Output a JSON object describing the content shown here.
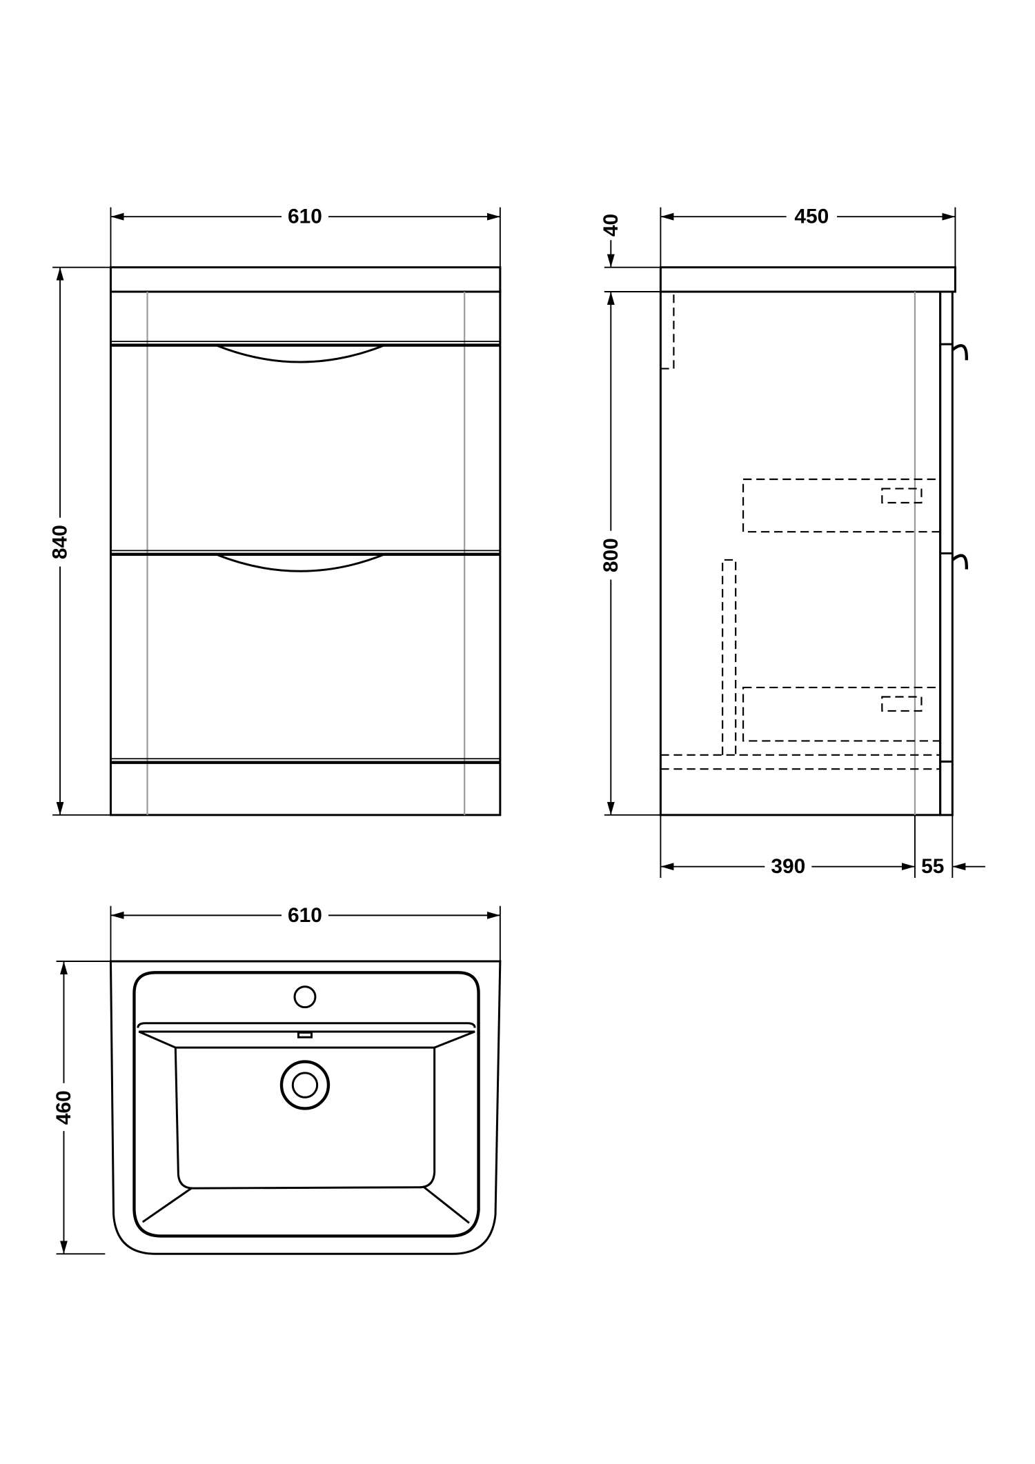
{
  "dimensions": {
    "front_width": "610",
    "front_height": "840",
    "side_depth": "450",
    "worktop_thickness": "40",
    "side_height": "800",
    "carcass_depth": "390",
    "drawer_front_depth": "55",
    "basin_width": "610",
    "basin_depth": "460"
  },
  "colors": {
    "line": "#000000",
    "guide_line": "#9a9a9a",
    "background": "#ffffff"
  }
}
